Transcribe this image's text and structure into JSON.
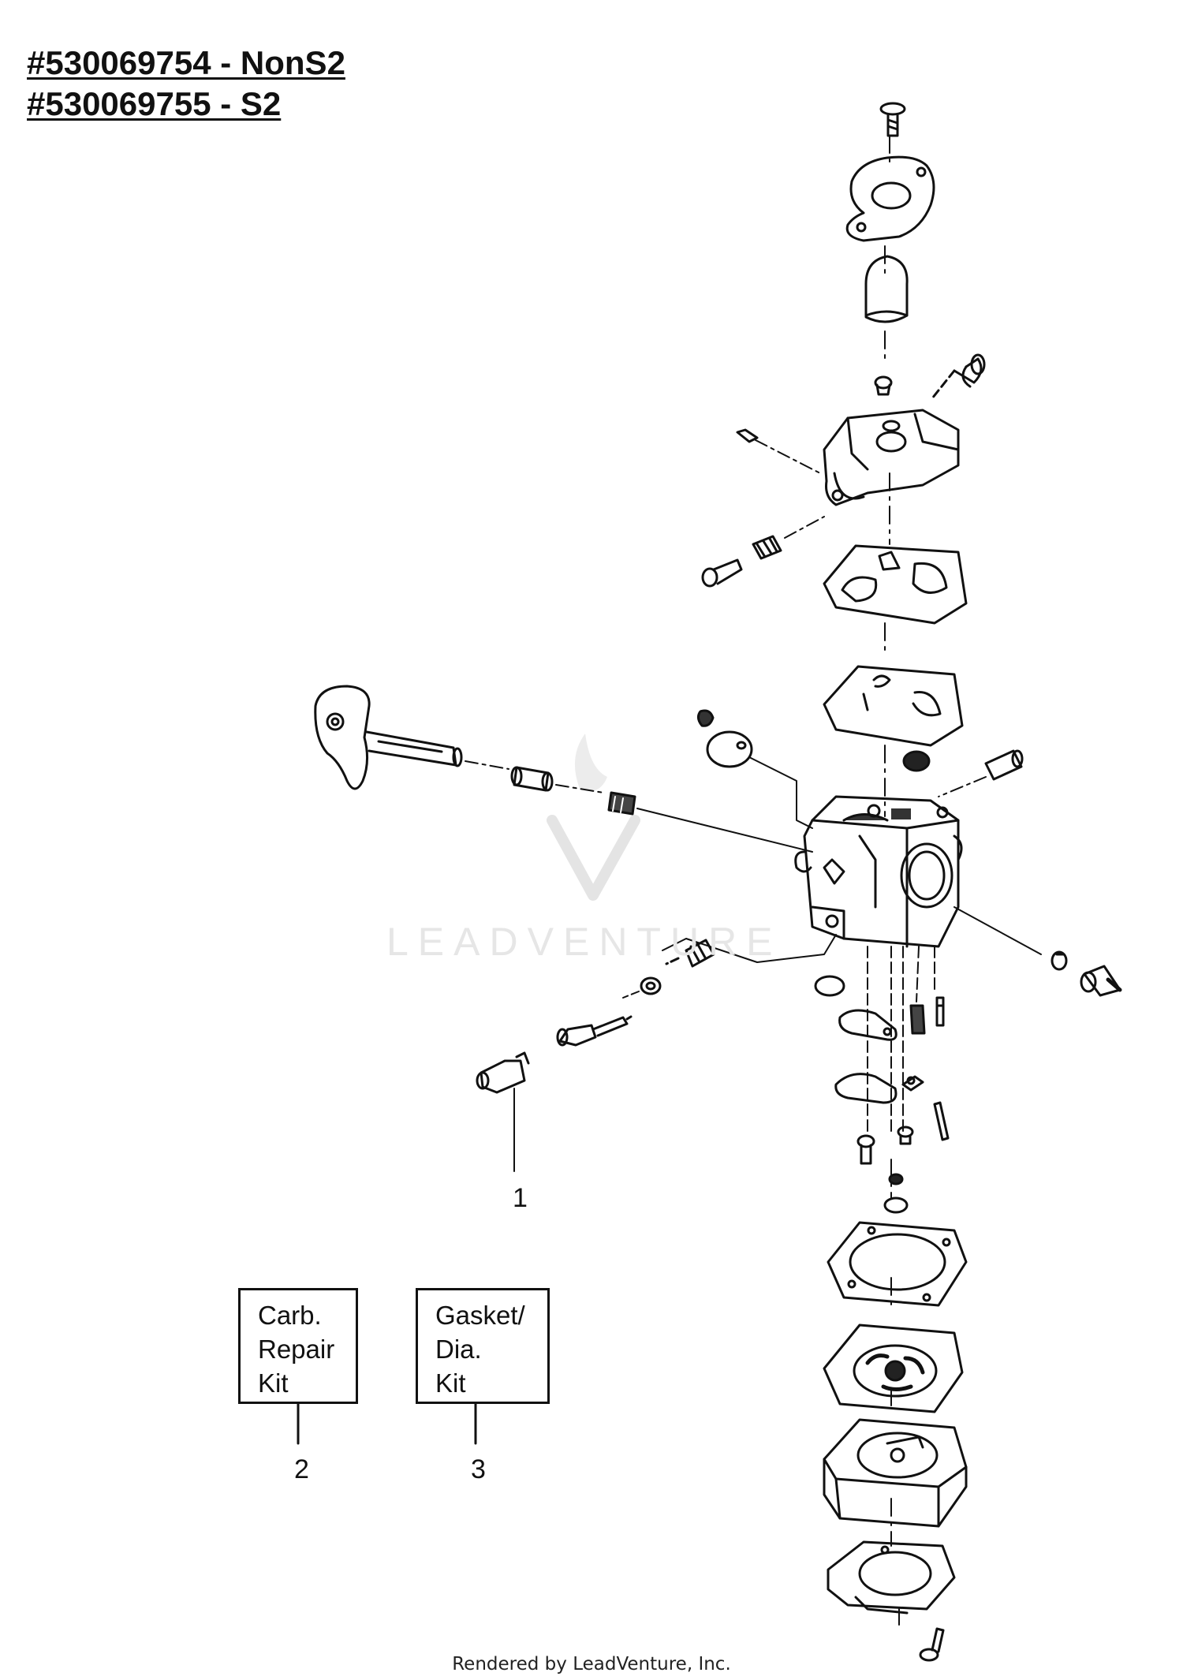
{
  "header": {
    "line1": "#530069754 - NonS2",
    "line2": "#530069755 - S2"
  },
  "callouts": {
    "item1": "1",
    "item2": "2",
    "item3": "3"
  },
  "kits": {
    "carb_repair": [
      "Carb.",
      "Repair",
      "Kit"
    ],
    "gasket_dia": [
      "Gasket/",
      "Dia.",
      "Kit"
    ]
  },
  "watermark": {
    "text": "LEADVENTURE"
  },
  "footer": {
    "credit": "Rendered by LeadVenture, Inc."
  }
}
